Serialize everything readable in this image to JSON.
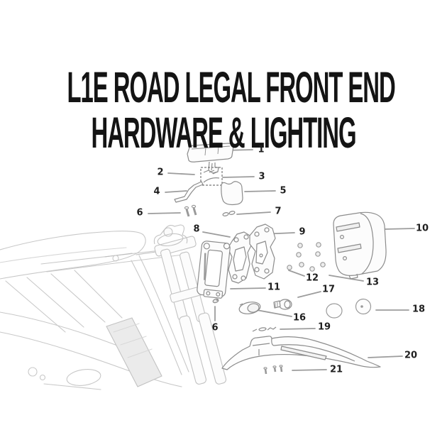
{
  "title": {
    "line1": "L1E ROAD LEGAL FRONT END",
    "line2": "HARDWARE & LIGHTING"
  },
  "diagram": {
    "description_labels": "exploded parts diagram callout numbers",
    "labels": [
      {
        "num": "1"
      },
      {
        "num": "2"
      },
      {
        "num": "3"
      },
      {
        "num": "4"
      },
      {
        "num": "5"
      },
      {
        "num": "6"
      },
      {
        "num": "7"
      },
      {
        "num": "8"
      },
      {
        "num": "9"
      },
      {
        "num": "10"
      },
      {
        "num": "11"
      },
      {
        "num": "12"
      },
      {
        "num": "13"
      },
      {
        "num": "16"
      },
      {
        "num": "17"
      },
      {
        "num": "18"
      },
      {
        "num": "19"
      },
      {
        "num": "20"
      },
      {
        "num": "21"
      },
      {
        "num": "6"
      }
    ]
  },
  "colors": {
    "background": "#ffffff",
    "title_text": "#141414",
    "label_text": "#1f1f1f",
    "leader_line": "#9c9c9c",
    "part_outline": "#8c8c8c",
    "bike_outline": "#c8c8c8",
    "panel_shade": "#ebebeb"
  }
}
